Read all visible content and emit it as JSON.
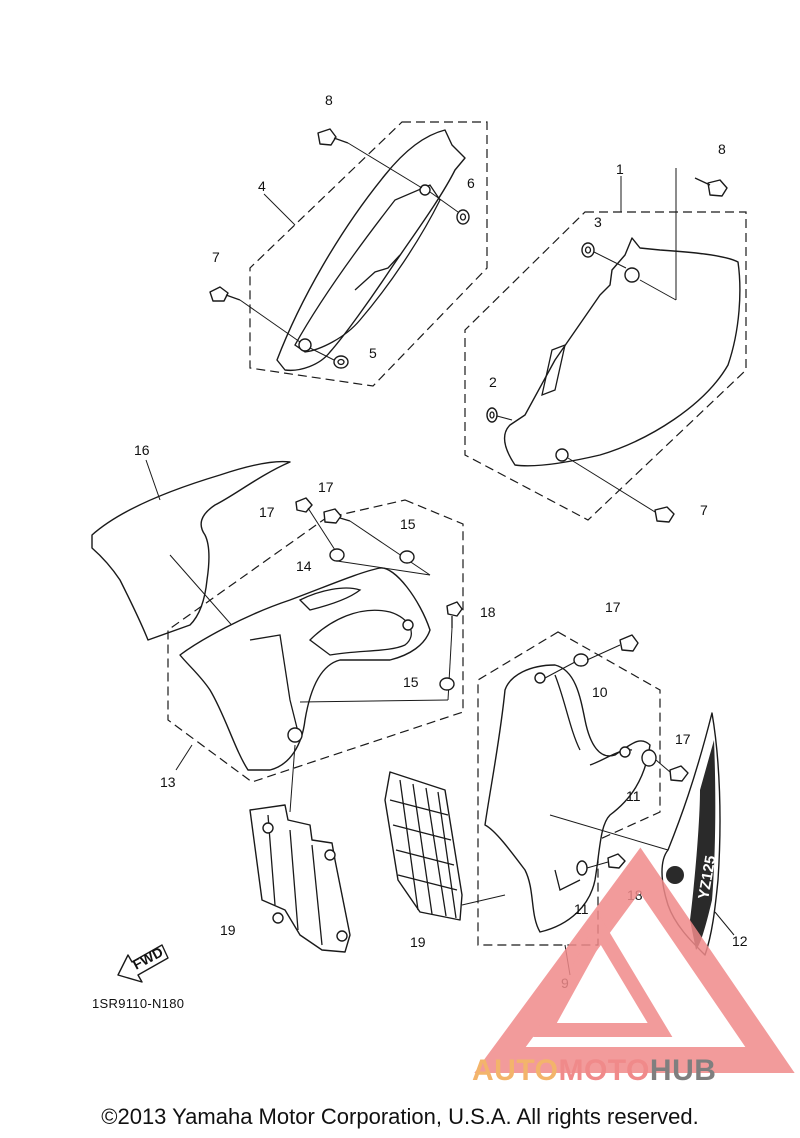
{
  "diagram": {
    "callouts": [
      {
        "id": "c8a",
        "text": "8"
      },
      {
        "id": "c6",
        "text": "6"
      },
      {
        "id": "c4",
        "text": "4"
      },
      {
        "id": "c7a",
        "text": "7"
      },
      {
        "id": "c5",
        "text": "5"
      },
      {
        "id": "c8b",
        "text": "8"
      },
      {
        "id": "c1",
        "text": "1"
      },
      {
        "id": "c3",
        "text": "3"
      },
      {
        "id": "c2",
        "text": "2"
      },
      {
        "id": "c7b",
        "text": "7"
      },
      {
        "id": "c16",
        "text": "16"
      },
      {
        "id": "c17a",
        "text": "17"
      },
      {
        "id": "c17b",
        "text": "17"
      },
      {
        "id": "c15a",
        "text": "15"
      },
      {
        "id": "c14",
        "text": "14"
      },
      {
        "id": "c18a",
        "text": "18"
      },
      {
        "id": "c15b",
        "text": "15"
      },
      {
        "id": "c13",
        "text": "13"
      },
      {
        "id": "c17c",
        "text": "17"
      },
      {
        "id": "c10",
        "text": "10"
      },
      {
        "id": "c17d",
        "text": "17"
      },
      {
        "id": "c11a",
        "text": "11"
      },
      {
        "id": "c11b",
        "text": "11"
      },
      {
        "id": "c18b",
        "text": "18"
      },
      {
        "id": "c12",
        "text": "12"
      },
      {
        "id": "c19a",
        "text": "19"
      },
      {
        "id": "c19b",
        "text": "19"
      },
      {
        "id": "c9",
        "text": "9"
      }
    ],
    "fwd_label": "FWD",
    "drawing_code": "1SR9110-N180",
    "copyright": "©2013 Yamaha Motor Corporation, U.S.A. All rights reserved.",
    "watermark": {
      "part1": "AUTO",
      "part2": "MOTO",
      "part3": "HUB"
    },
    "decal_text": "YZ125",
    "colors": {
      "watermark_auto": "#f3b46b",
      "watermark_moto": "#f08a8a",
      "watermark_hub": "#7f7f7f",
      "logo_triangle": "#f08a8a"
    }
  }
}
